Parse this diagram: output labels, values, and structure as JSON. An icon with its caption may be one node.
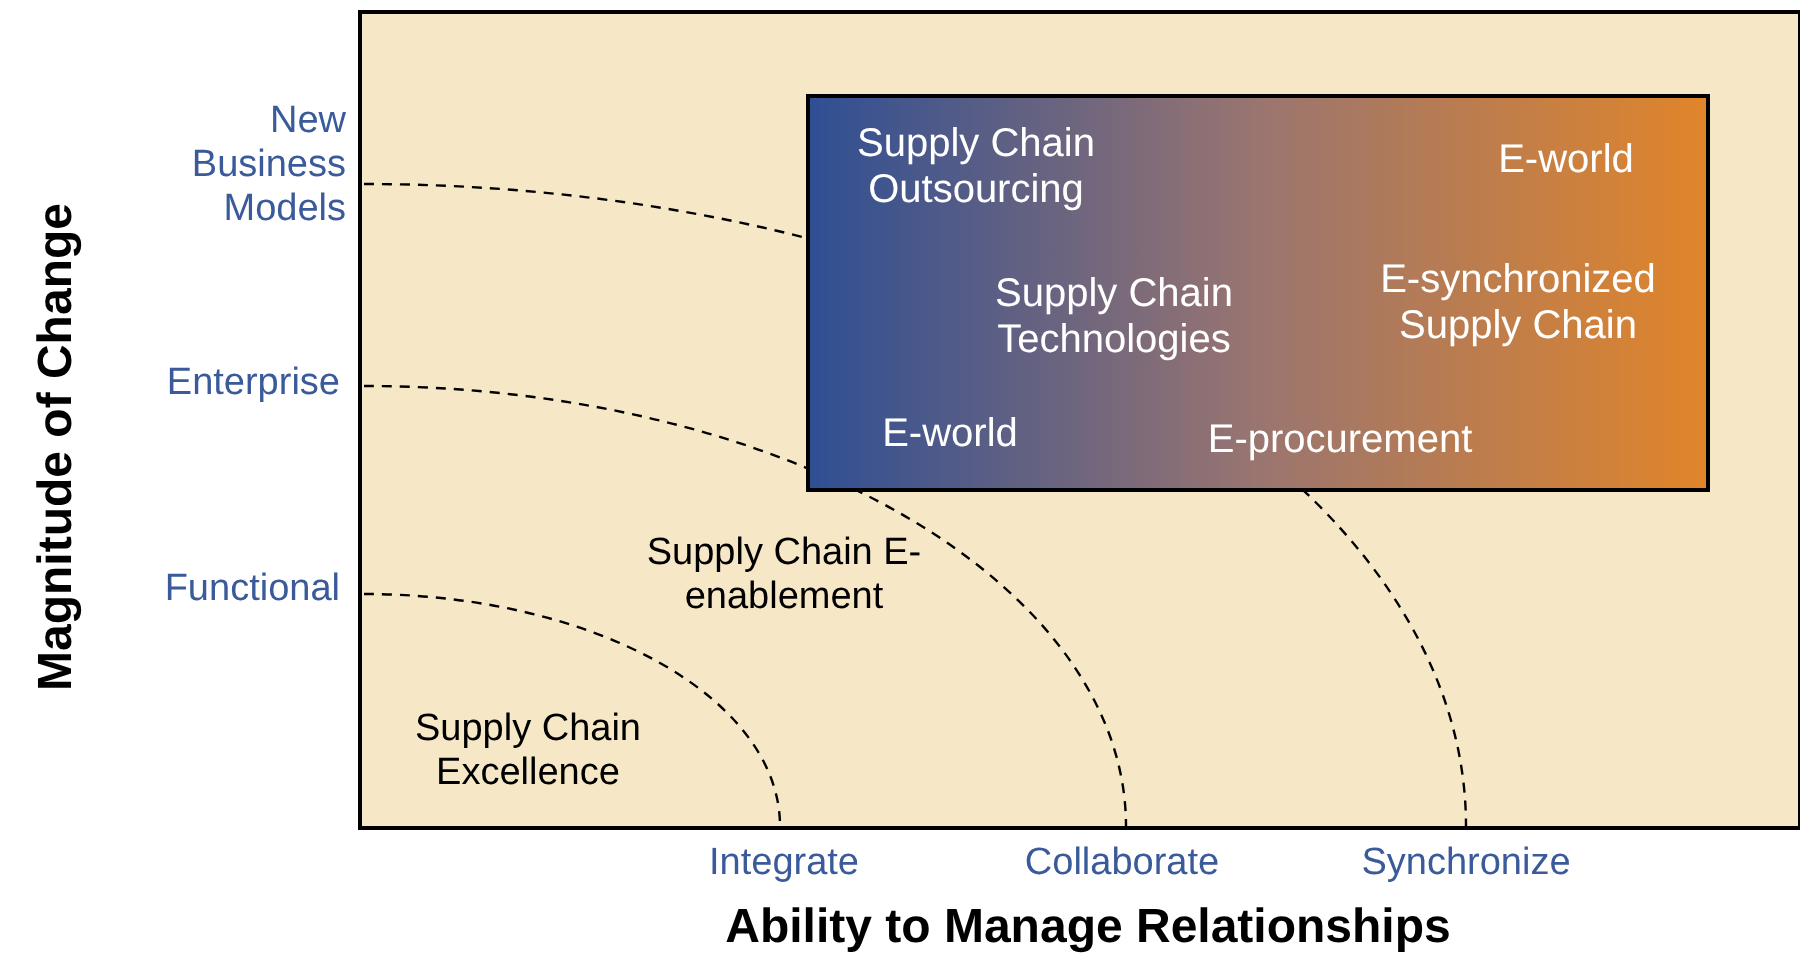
{
  "diagram": {
    "nodes": [
      {
        "text": [
          "Supply Chain Outsourcing",
          "E-world",
          "Supply Chain Technologies",
          "E-synchronized Supply Chain",
          "E-world",
          "E-procurement"
        ]
      }
    ],
    "labels": [
      "New Business Models",
      "Enterprise",
      "Functional",
      "Supply Chain E-enablement",
      "Supply Chain Excellence",
      "Integrate",
      "Collaborate",
      "Synchronize",
      "Magnitude of Change",
      "Ability to Manage Relationships"
    ]
  }
}
